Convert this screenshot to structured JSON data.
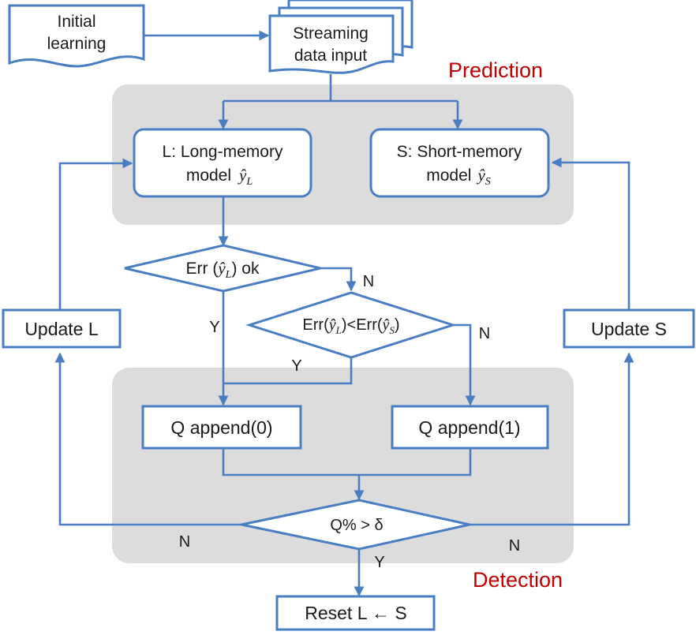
{
  "colors": {
    "stroke": "#4a7ec2",
    "section_fill": "#dcdcdc",
    "accent_text": "#c00000",
    "text": "#1a1a1a"
  },
  "sections": {
    "prediction": "Prediction",
    "detection": "Detection"
  },
  "nodes": {
    "initial_learning": [
      "Initial",
      "learning"
    ],
    "streaming_input": [
      "Streaming",
      "data input"
    ],
    "long_memory": {
      "line1": "L: Long-memory",
      "line2_prefix": "model",
      "symbol": "ŷ",
      "subscript": "L"
    },
    "short_memory": {
      "line1": "S: Short-memory",
      "line2_prefix": "model",
      "symbol": "ŷ",
      "subscript": "S"
    },
    "err_ok": {
      "prefix": "Err (",
      "symbol": "ŷ",
      "subscript": "L",
      "suffix": ") ok"
    },
    "err_compare": {
      "a_prefix": "Err(",
      "a_symbol": "ŷ",
      "a_sub": "L",
      "mid": ")<Err(",
      "b_symbol": "ŷ",
      "b_sub": "S",
      "suffix": ")"
    },
    "update_l": "Update L",
    "update_s": "Update S",
    "q_append_0": "Q append(0)",
    "q_append_1": "Q append(1)",
    "threshold": "Q% > δ",
    "reset": "Reset L ← S"
  },
  "edge_labels": {
    "err_ok_no": "N",
    "err_ok_yes": "Y",
    "compare_yes": "Y",
    "compare_no": "N",
    "threshold_left_no": "N",
    "threshold_right_no": "N",
    "threshold_yes": "Y"
  }
}
